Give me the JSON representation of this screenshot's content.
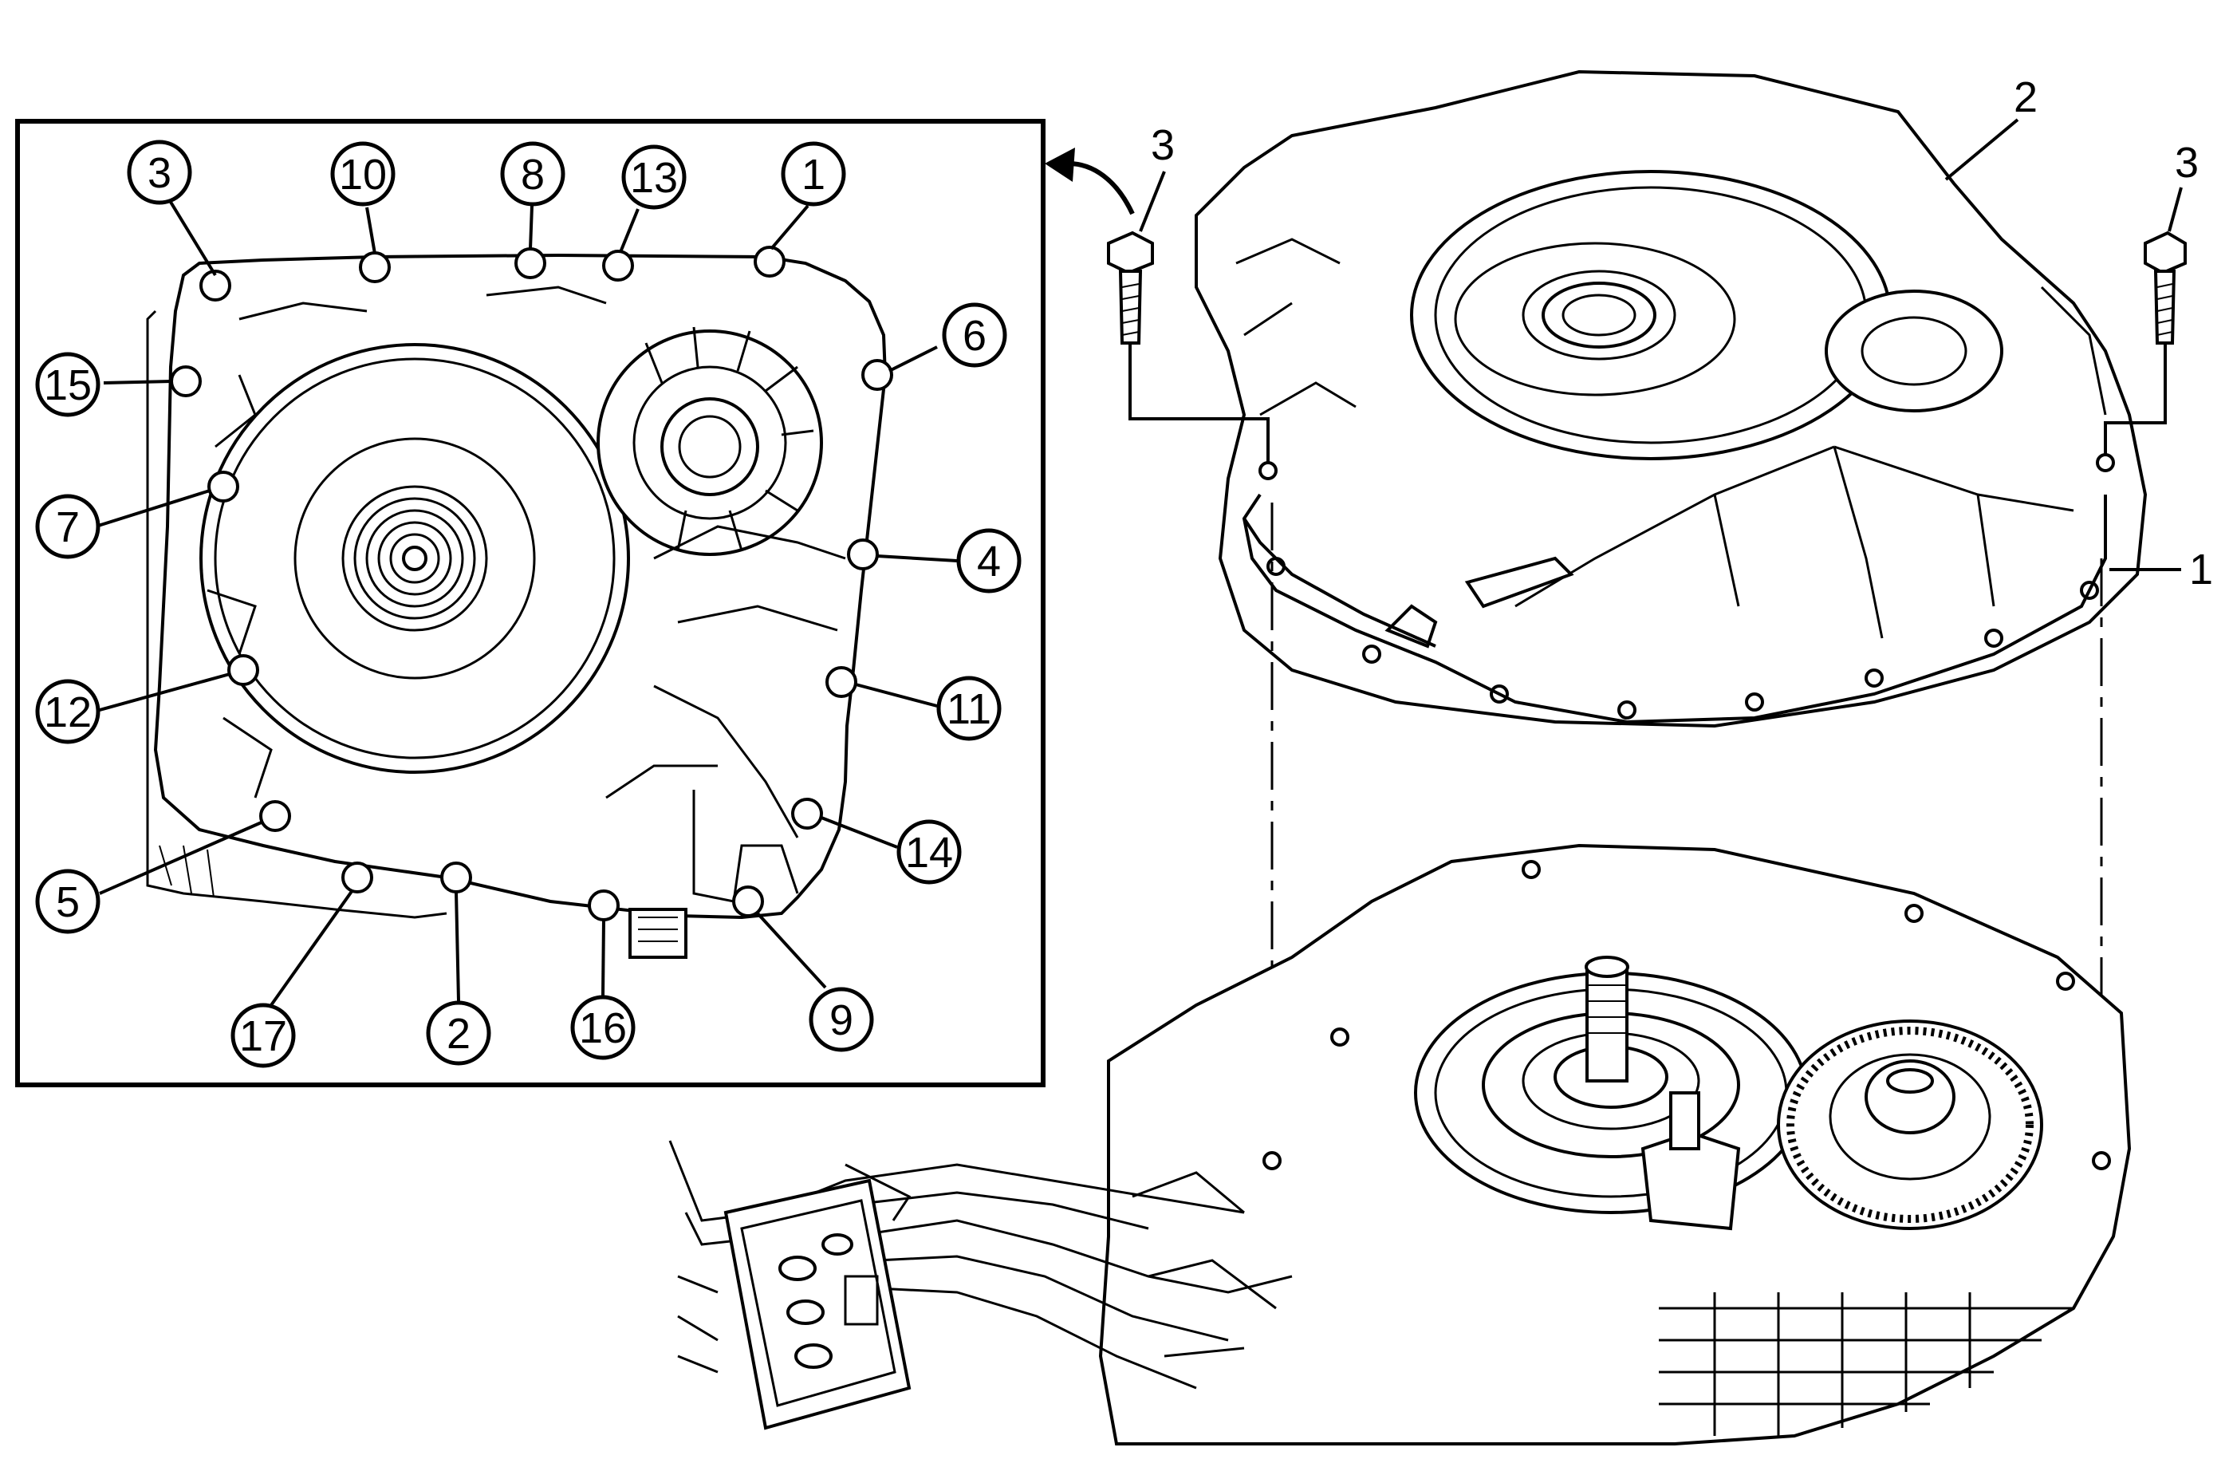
{
  "inset": {
    "callouts": [
      {
        "id": "c3",
        "text": "3"
      },
      {
        "id": "c10",
        "text": "10"
      },
      {
        "id": "c8",
        "text": "8"
      },
      {
        "id": "c13",
        "text": "13"
      },
      {
        "id": "c1",
        "text": "1"
      },
      {
        "id": "c6",
        "text": "6"
      },
      {
        "id": "c15",
        "text": "15"
      },
      {
        "id": "c7",
        "text": "7"
      },
      {
        "id": "c4",
        "text": "4"
      },
      {
        "id": "c12",
        "text": "12"
      },
      {
        "id": "c11",
        "text": "11"
      },
      {
        "id": "c5",
        "text": "5"
      },
      {
        "id": "c14",
        "text": "14"
      },
      {
        "id": "c17",
        "text": "17"
      },
      {
        "id": "c2",
        "text": "2"
      },
      {
        "id": "c16",
        "text": "16"
      },
      {
        "id": "c9",
        "text": "9"
      }
    ]
  },
  "exploded": {
    "labels": [
      {
        "id": "bolt_left",
        "text": "3"
      },
      {
        "id": "housing",
        "text": "2"
      },
      {
        "id": "bolt_right",
        "text": "3"
      },
      {
        "id": "gasket",
        "text": "1"
      }
    ]
  }
}
